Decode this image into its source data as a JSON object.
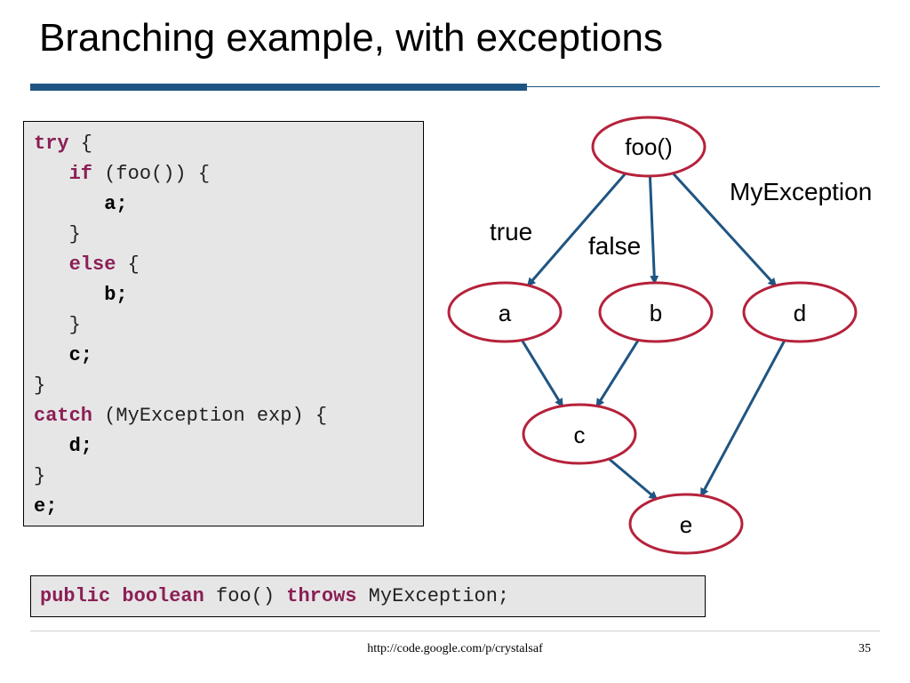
{
  "slide": {
    "title": "Branching example, with exceptions",
    "footer_url": "http://code.google.com/p/crystalsaf",
    "page_number": "35"
  },
  "code": {
    "lines": [
      [
        {
          "t": "try",
          "k": "kw"
        },
        {
          "t": " {",
          "k": "p"
        }
      ],
      [
        {
          "t": "   ",
          "k": "p"
        },
        {
          "t": "if",
          "k": "kw"
        },
        {
          "t": " (foo()) {",
          "k": "p"
        }
      ],
      [
        {
          "t": "      ",
          "k": "p"
        },
        {
          "t": "a;",
          "k": "stmt"
        }
      ],
      [
        {
          "t": "   }",
          "k": "p"
        }
      ],
      [
        {
          "t": "   ",
          "k": "p"
        },
        {
          "t": "else",
          "k": "kw"
        },
        {
          "t": " {",
          "k": "p"
        }
      ],
      [
        {
          "t": "      ",
          "k": "p"
        },
        {
          "t": "b;",
          "k": "stmt"
        }
      ],
      [
        {
          "t": "   }",
          "k": "p"
        }
      ],
      [
        {
          "t": "   ",
          "k": "p"
        },
        {
          "t": "c;",
          "k": "stmt"
        }
      ],
      [
        {
          "t": "}",
          "k": "p"
        }
      ],
      [
        {
          "t": "catch",
          "k": "kw"
        },
        {
          "t": " (MyException exp) {",
          "k": "p"
        }
      ],
      [
        {
          "t": "   ",
          "k": "p"
        },
        {
          "t": "d;",
          "k": "stmt"
        }
      ],
      [
        {
          "t": "}",
          "k": "p"
        }
      ],
      [
        {
          "t": "e;",
          "k": "stmt"
        }
      ]
    ],
    "signature": [
      {
        "t": "public",
        "k": "kw"
      },
      {
        "t": " ",
        "k": "p"
      },
      {
        "t": "boolean",
        "k": "kw"
      },
      {
        "t": " foo() ",
        "k": "p"
      },
      {
        "t": "throws",
        "k": "kw"
      },
      {
        "t": " MyException;",
        "k": "p"
      }
    ]
  },
  "diagram": {
    "nodes": {
      "foo": "foo()",
      "a": "a",
      "b": "b",
      "c": "c",
      "d": "d",
      "e": "e"
    },
    "edges": [
      {
        "from": "foo",
        "to": "a",
        "label": "true"
      },
      {
        "from": "foo",
        "to": "b",
        "label": "false"
      },
      {
        "from": "foo",
        "to": "d",
        "label": "MyException"
      },
      {
        "from": "a",
        "to": "c",
        "label": ""
      },
      {
        "from": "b",
        "to": "c",
        "label": ""
      },
      {
        "from": "c",
        "to": "e",
        "label": ""
      },
      {
        "from": "d",
        "to": "e",
        "label": ""
      }
    ]
  },
  "colors": {
    "accent_bar": "#1f5582",
    "keyword": "#8b1f55",
    "node_border": "#b5223b",
    "edge": "#1f5582"
  }
}
